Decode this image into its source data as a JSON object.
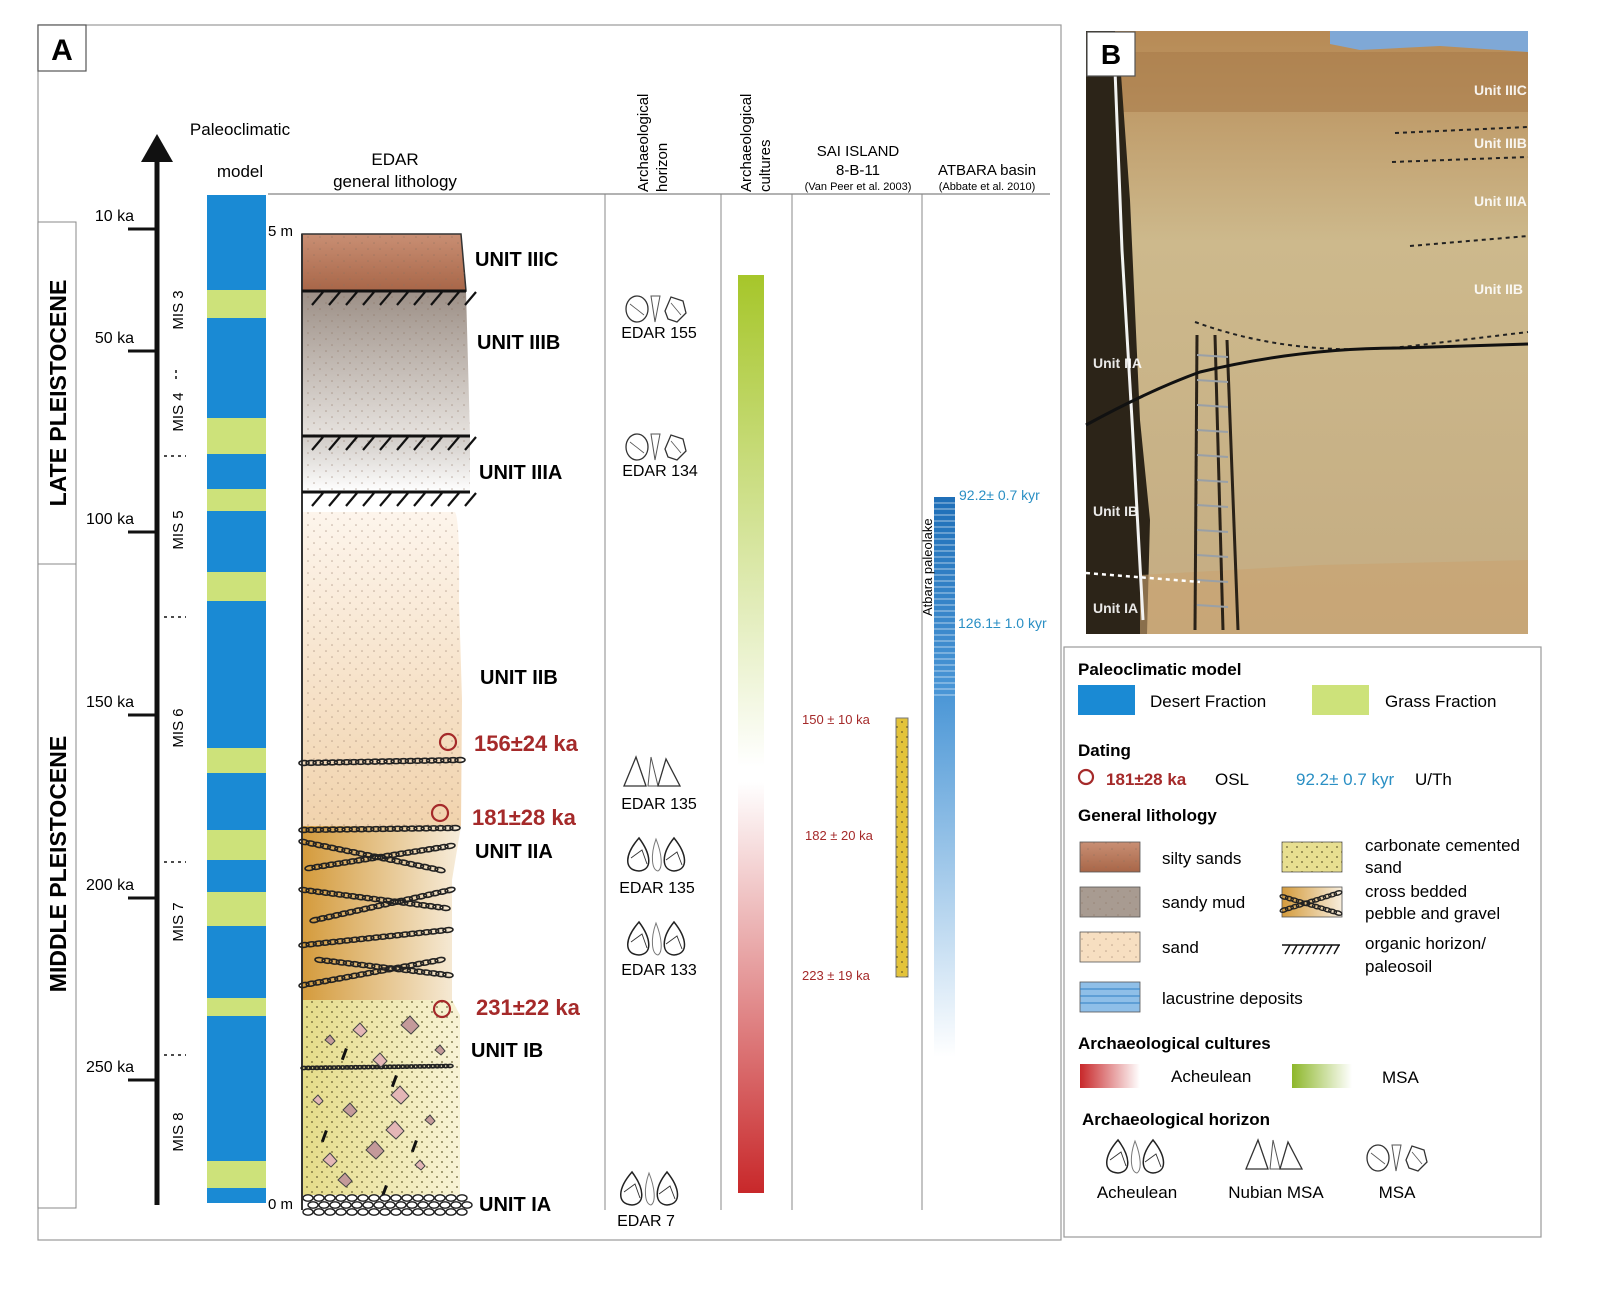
{
  "panels": {
    "a": "A",
    "b": "B"
  },
  "periods": {
    "late": "LATE PLEISTOCENE",
    "middle": "MIDDLE PLEISTOCENE"
  },
  "headers": {
    "paleoclimatic": "Paleoclimatic",
    "model": "model",
    "edar_1": "EDAR",
    "edar_2": "general lithology",
    "arch_horizon_1": "Archaeological",
    "arch_horizon_2": "horizon",
    "arch_cultures_1": "Archaeological",
    "arch_cultures_2": "cultures",
    "sai_1": "SAI ISLAND",
    "sai_2": "8-B-11",
    "sai_3": "(Van Peer et al. 2003)",
    "atbara_1": "ATBARA basin",
    "atbara_2": "(Abbate et al. 2010)"
  },
  "age_ticks": [
    "10 ka",
    "50 ka",
    "100 ka",
    "150 ka",
    "200 ka",
    "250 ka"
  ],
  "mis": [
    "MIS 3",
    "MIS 4",
    "MIS 5",
    "MIS 6",
    "MIS 7",
    "MIS 8"
  ],
  "depth": {
    "top": "5 m",
    "bottom": "0 m"
  },
  "units": [
    "UNIT IIIC",
    "UNIT IIIB",
    "UNIT IIIA",
    "UNIT IIB",
    "UNIT IIA",
    "UNIT IB",
    "UNIT IA"
  ],
  "osl_dates": [
    "156±24 ka",
    "181±28 ka",
    "231±22 ka"
  ],
  "horizons": [
    "EDAR 155",
    "EDAR 134",
    "EDAR 135",
    "EDAR 135",
    "EDAR 133",
    "EDAR 7"
  ],
  "sai_dates": [
    "150 ± 10 ka",
    "182 ± 20 ka",
    "223 ± 19 ka"
  ],
  "atbara": {
    "label": "Atbara paleolake",
    "date_top": "92.2± 0.7 kyr",
    "date_mid": "126.1± 1.0 kyr"
  },
  "photo_labels": [
    "Unit IIIC",
    "Unit IIIB",
    "Unit IIIA",
    "Unit IIB",
    "Unit IIA",
    "Unit IB",
    "Unit IA"
  ],
  "legend": {
    "paleo_title": "Paleoclimatic model",
    "desert": "Desert Fraction",
    "grass": "Grass Fraction",
    "dating_title": "Dating",
    "osl_example": "181±28 ka",
    "osl": "OSL",
    "uth_example": "92.2± 0.7 kyr",
    "uth": "U/Th",
    "litho_title": "General lithology",
    "silty": "silty sands",
    "sandy_mud": "sandy mud",
    "sand": "sand",
    "lacustrine": "lacustrine deposits",
    "carbonate_1": "carbonate cemented",
    "carbonate_2": "sand",
    "cross_1": "cross bedded",
    "cross_2": "pebble and gravel",
    "organic_1": "organic horizon/",
    "organic_2": "paleosoil",
    "cultures_title": "Archaeological cultures",
    "acheulean": "Acheulean",
    "msa": "MSA",
    "horizon_title": "Archaeological horizon",
    "h_acheulean": "Acheulean",
    "h_nubian": "Nubian MSA",
    "h_msa": "MSA"
  },
  "colors": {
    "desert": "#1a8ad4",
    "grass": "#cde27a",
    "osl": "#a52a2a",
    "uth": "#2a8fc4",
    "silty": "#b97a5c",
    "mud": "#a89b91",
    "sand": "#f7dfc1",
    "carbonate": "#e8df90",
    "msa": "#a6c62a",
    "acheulean": "#c8282a"
  }
}
